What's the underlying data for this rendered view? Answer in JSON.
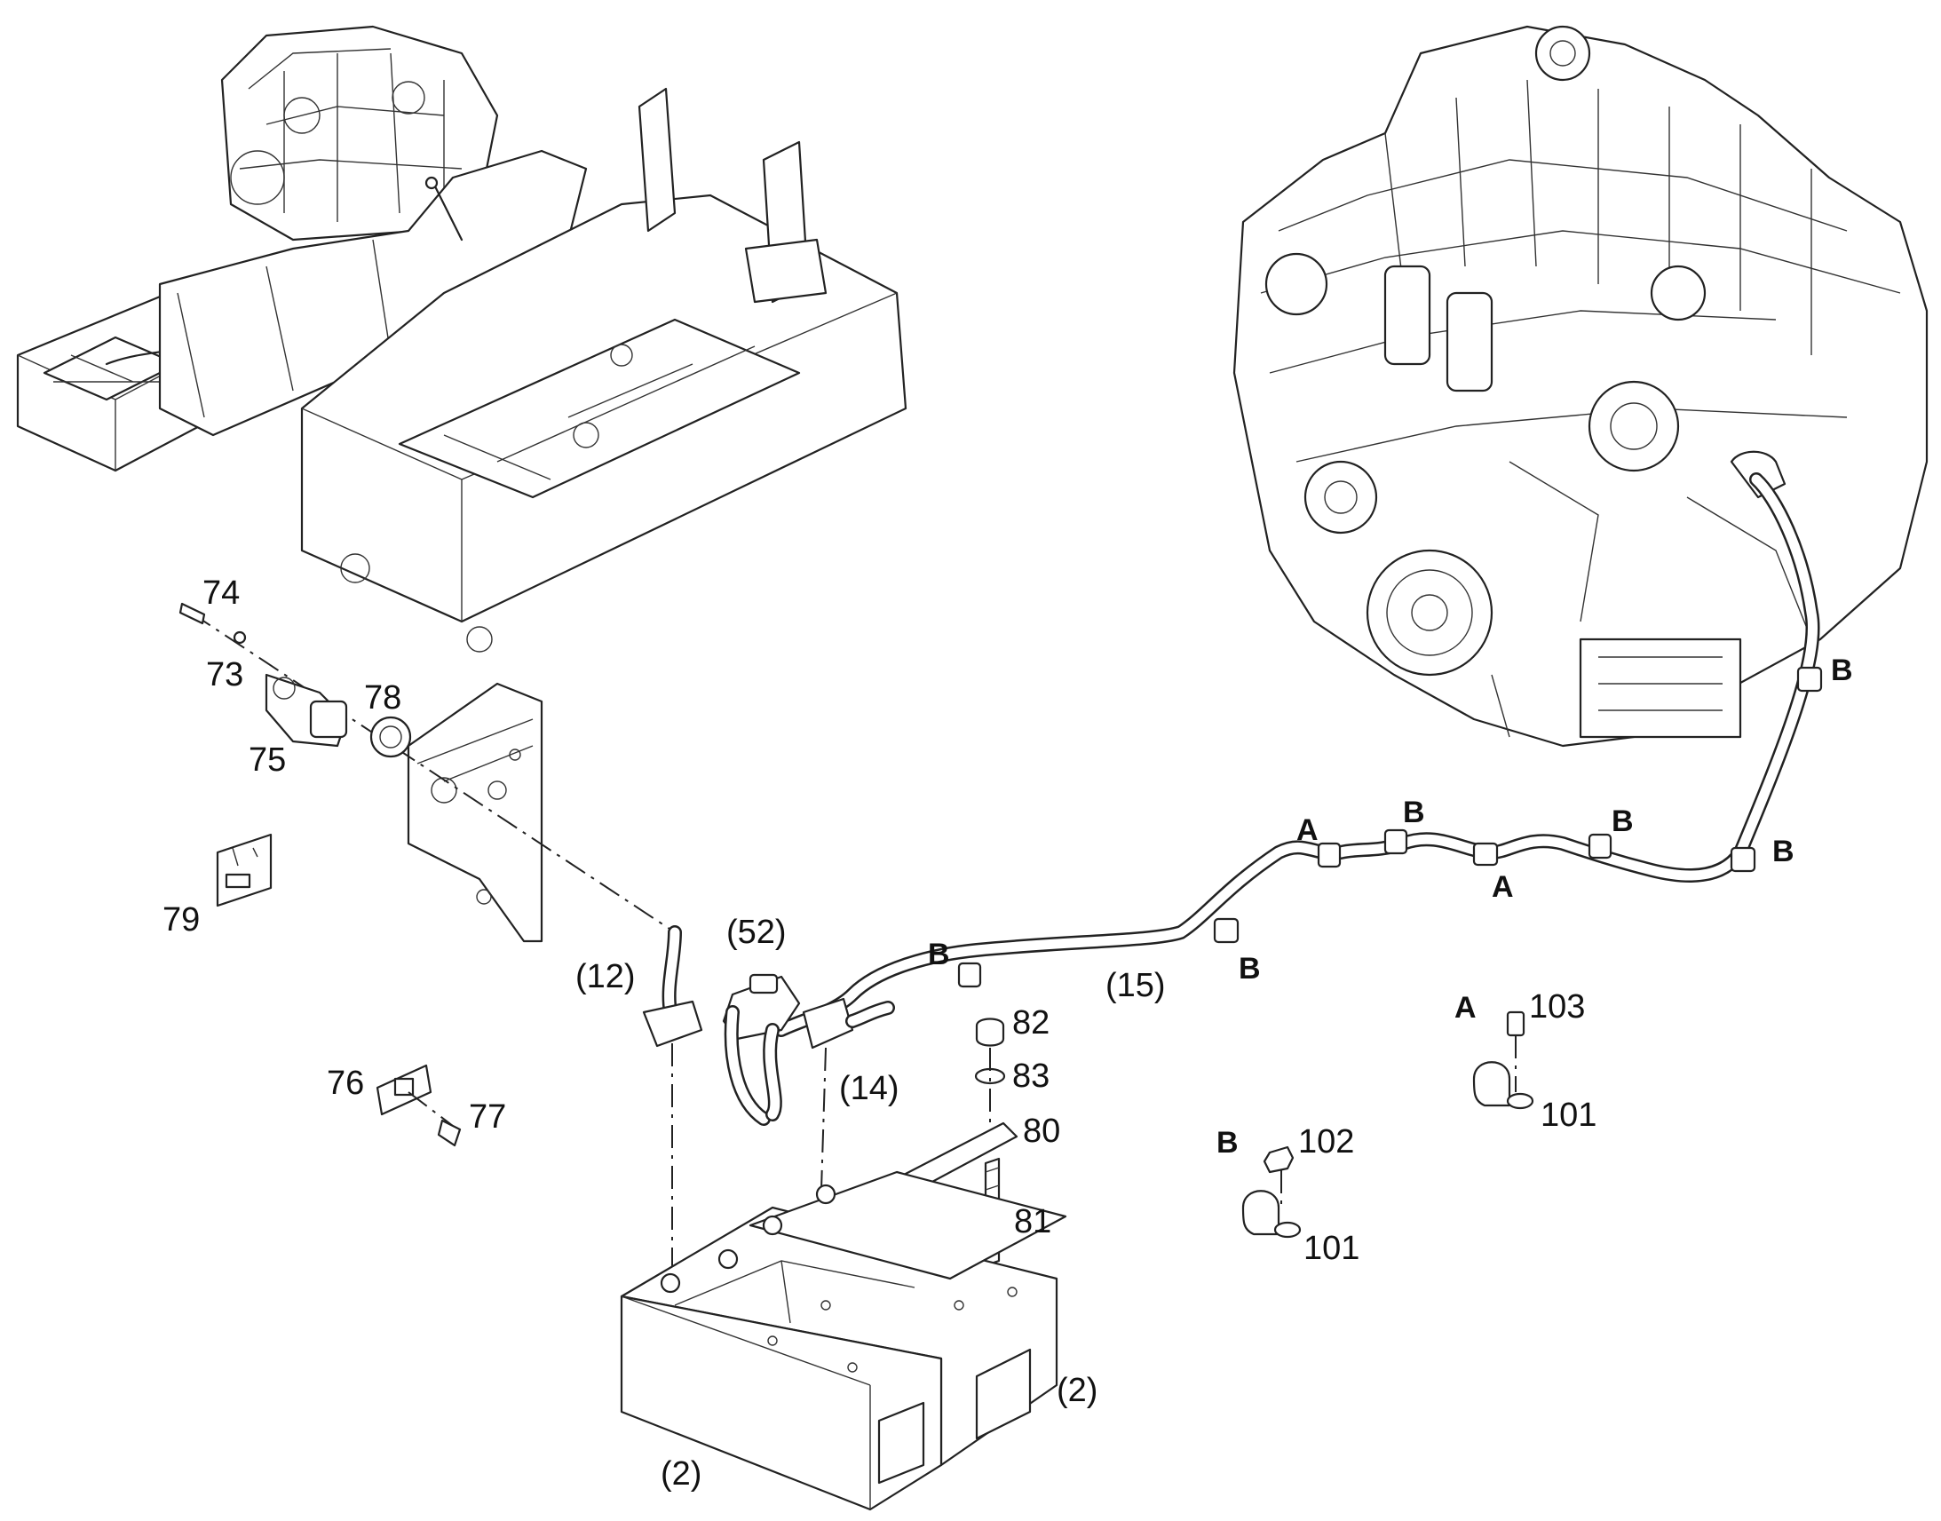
{
  "part_labels": {
    "p74": "74",
    "p73": "73",
    "p75": "75",
    "p78": "78",
    "p79": "79",
    "p12": "(12)",
    "p52": "(52)",
    "p14": "(14)",
    "p15": "(15)",
    "p76": "76",
    "p77": "77",
    "p82": "82",
    "p83": "83",
    "p80": "80",
    "p81": "81",
    "p2a": "(2)",
    "p2b": "(2)",
    "p103": "103",
    "p101a": "101",
    "p102": "102",
    "p101b": "101"
  },
  "clamp_labels": {
    "b1": "B",
    "b2": "B",
    "b3": "B",
    "b4": "B",
    "b5": "B",
    "b6": "B",
    "a1": "A",
    "a2": "A",
    "detail_a": "A",
    "detail_b": "B"
  }
}
